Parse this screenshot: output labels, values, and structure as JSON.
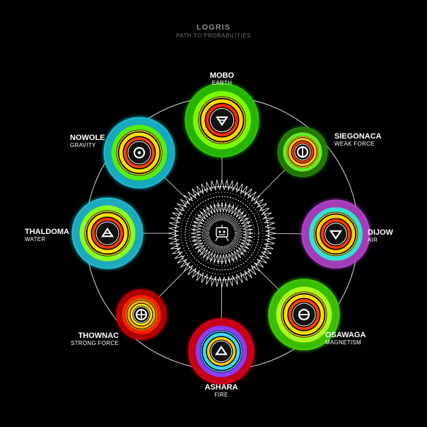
{
  "header": {
    "title": "LOGRIS",
    "subtitle": "PATH TO PROBABILITIES"
  },
  "nodes": [
    {
      "id": "mobo",
      "name": "MOBO",
      "element": "EARTH",
      "symbol": "triangle-down-bar",
      "colors": [
        "#ff2a00",
        "#ffd500",
        "#7cff00",
        "#2fd400"
      ]
    },
    {
      "id": "siegonaca",
      "name": "SIEGONACA",
      "element": "WEAK FORCE",
      "symbol": "circle-vertical",
      "colors": [
        "#ff3300",
        "#ffcc00",
        "#66ee22",
        "#2a8a00"
      ]
    },
    {
      "id": "dijow",
      "name": "DIJOW",
      "element": "AIR",
      "symbol": "triangle-down",
      "colors": [
        "#ff3a00",
        "#ffd000",
        "#36e0d0",
        "#c046d8"
      ]
    },
    {
      "id": "osawaga",
      "name": "OSAWAGA",
      "element": "MAGNETISM",
      "symbol": "circle-horizontal",
      "colors": [
        "#ff4400",
        "#ffdd00",
        "#aaff22",
        "#44dd00"
      ]
    },
    {
      "id": "ashara",
      "name": "ASHARA",
      "element": "FIRE",
      "symbol": "triangle-up",
      "colors": [
        "#ffcc00",
        "#3fd6ff",
        "#8a3cff",
        "#e8001a"
      ]
    },
    {
      "id": "thownac",
      "name": "THOWNAC",
      "element": "STRONG FORCE",
      "symbol": "circle-cross",
      "colors": [
        "#ffee00",
        "#ffaa00",
        "#ff2200",
        "#cc0000"
      ]
    },
    {
      "id": "thaldoma",
      "name": "THALDOMA",
      "element": "WATER",
      "symbol": "triangle-up-bar",
      "colors": [
        "#ff3a00",
        "#ffe000",
        "#88ff22",
        "#22c8dd"
      ]
    },
    {
      "id": "nowole",
      "name": "NOWOLE",
      "element": "GRAVITY",
      "symbol": "circle-dot",
      "colors": [
        "#ff4000",
        "#ffe000",
        "#55ee11",
        "#1ec7de"
      ]
    }
  ],
  "center": {
    "symbol": "hub-emblem",
    "color": "#ffffff"
  },
  "colors": {
    "background": "#000000",
    "lines": "#bdbdbd",
    "text": "#ffffff",
    "header": "#8a8a8a"
  }
}
